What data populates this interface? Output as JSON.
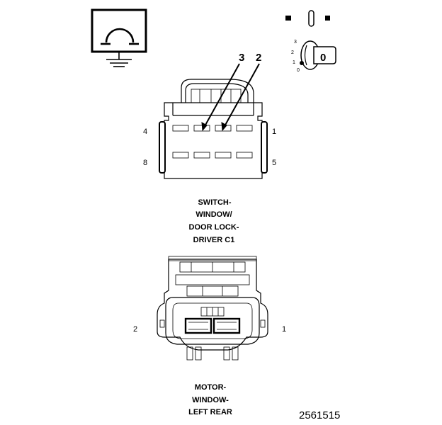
{
  "connector_c1": {
    "callouts": [
      "3",
      "2"
    ],
    "pins": {
      "top_left": "4",
      "top_right": "1",
      "bottom_left": "8",
      "bottom_right": "5"
    },
    "title_lines": [
      "SWITCH-",
      "WINDOW/",
      "DOOR LOCK-",
      "DRIVER C1"
    ]
  },
  "connector_motor": {
    "pins": {
      "left": "2",
      "right": "1"
    },
    "title_lines": [
      "MOTOR-",
      "WINDOW-",
      "LEFT REAR"
    ]
  },
  "key_switch": {
    "positions": [
      "3",
      "2",
      "1",
      "0"
    ],
    "key_label": "0"
  },
  "figure_number": "2561515"
}
